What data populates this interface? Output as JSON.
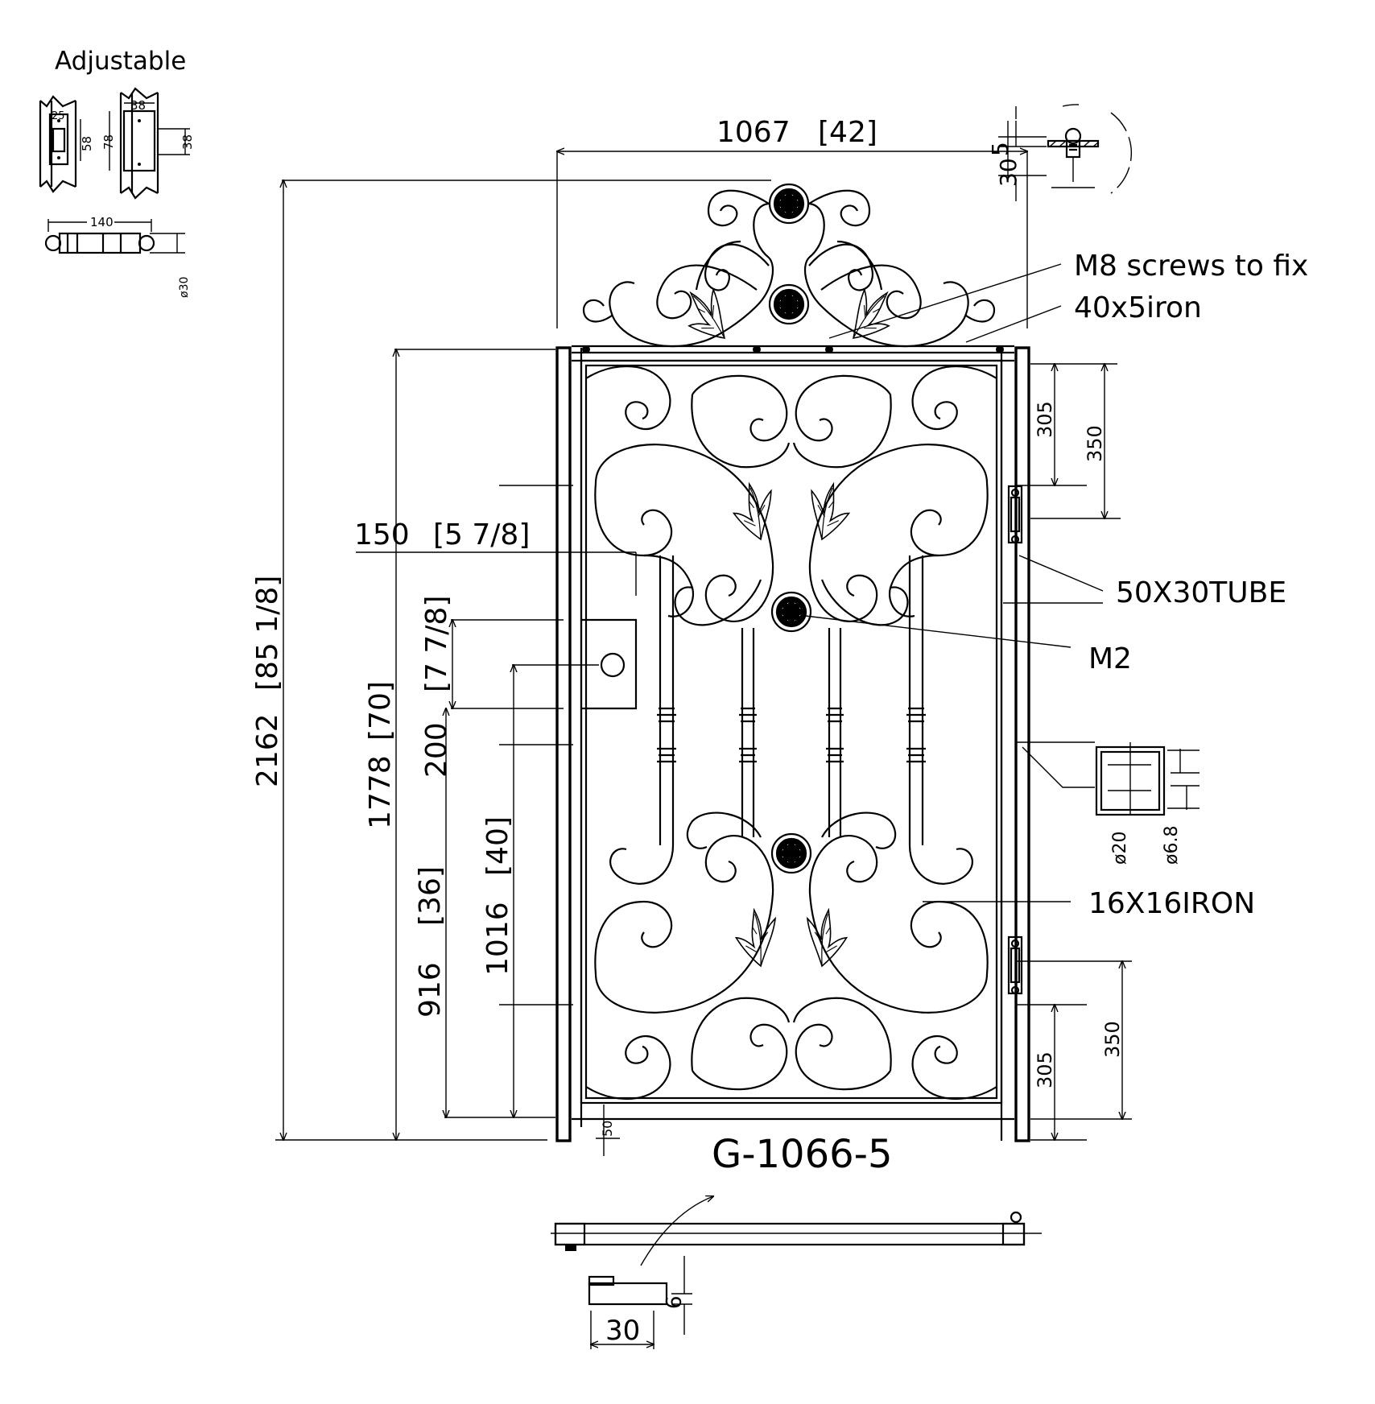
{
  "drawing": {
    "model": "G-1066-5",
    "hinge_detail_title": "Adjustable",
    "dims": {
      "width": "1067",
      "width_in": "[42]",
      "total_height": "2162",
      "total_height_in": "[85 1/8]",
      "frame_height": "1778",
      "frame_height_in": "[70]",
      "latch_width": "150",
      "latch_width_in": "[5 7/8]",
      "latch_height": "200",
      "latch_height_in": "[7 7/8]",
      "latch_center": "1016",
      "latch_center_in": "[40]",
      "latch_bottom": "916",
      "latch_bottom_in": "[36]",
      "hinge_top_a": "305",
      "hinge_top_b": "350",
      "hinge_bot_a": "305",
      "hinge_bot_b": "350",
      "ground_gap": "50",
      "pin_head": "5",
      "pin_len": "30",
      "bolt_d": "ø20",
      "bolt_d2": "ø6.8",
      "stop_w": "30",
      "stop_h": "6",
      "hinge_d1": "25",
      "hinge_d2": "58",
      "hinge_d3": "78",
      "hinge_d4": "38",
      "hinge_d5": "38",
      "hinge_len": "140",
      "hinge_dia": "ø30"
    },
    "labels": {
      "screws": "M8 screws to fix",
      "flat_bar": "40x5iron",
      "tube": "50X30TUBE",
      "rosette": "M2",
      "bar": "16X16IRON"
    }
  }
}
